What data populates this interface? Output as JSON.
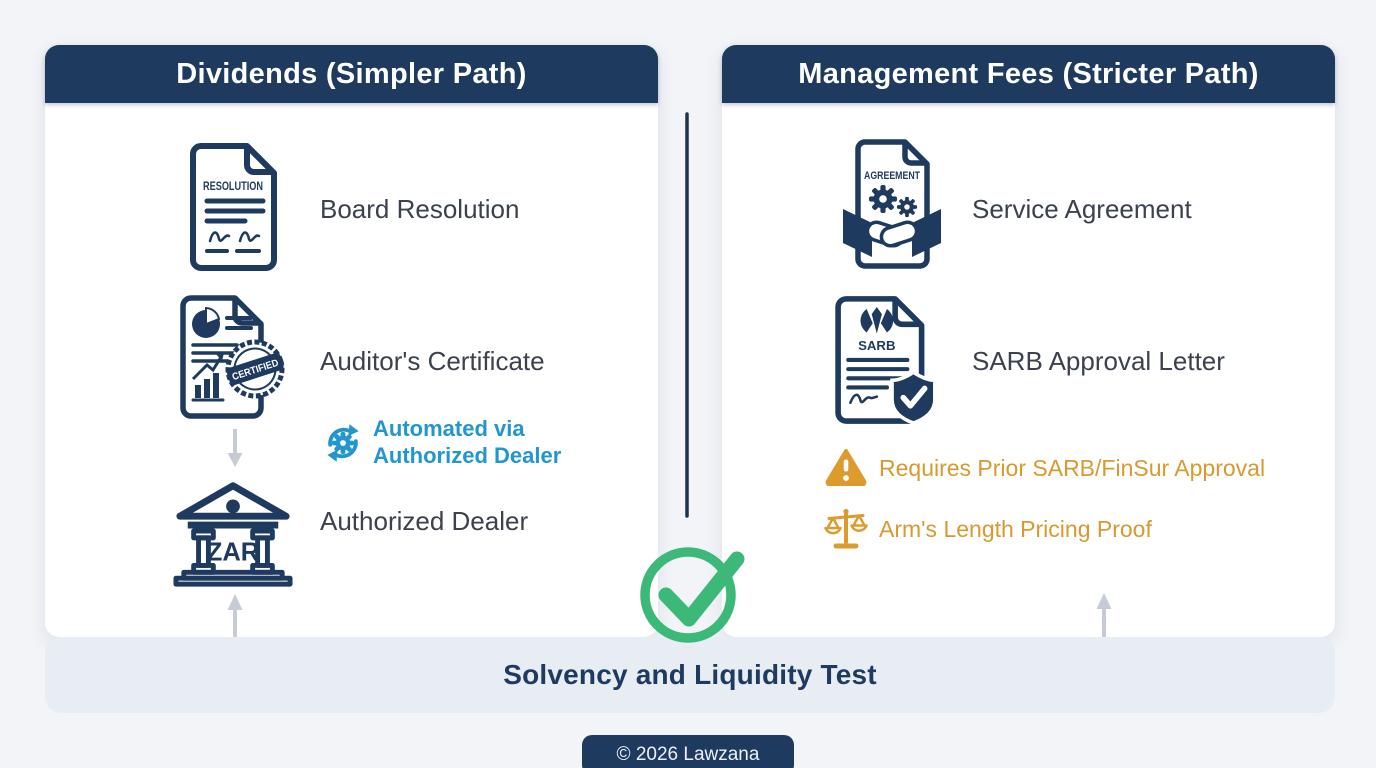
{
  "page": {
    "footer_label": "© 2026 Lawzana"
  },
  "left_panel": {
    "title": "Dividends (Simpler Path)",
    "doc_label": "RESOLUTION",
    "stamp_label": "CERTIFIED",
    "bank_label": "ZAR",
    "items": [
      {
        "icon": "resolution-document-icon",
        "label": "Board Resolution"
      },
      {
        "icon": "certified-report-icon",
        "label": "Auditor's Certificate"
      },
      {
        "icon": "bank-building-icon",
        "label": "Authorized Dealer"
      }
    ],
    "note_line1": "Automated via",
    "note_line2": "Authorized Dealer"
  },
  "right_panel": {
    "title": "Management Fees (Stricter Path)",
    "doc_label": "AGREEMENT",
    "sarb_label": "SARB",
    "items": [
      {
        "icon": "service-agreement-icon",
        "label": "Service Agreement"
      },
      {
        "icon": "sarb-approval-letter-icon",
        "label": "SARB Approval Letter"
      }
    ],
    "warnings": [
      {
        "icon": "warning-triangle-icon",
        "label": "Requires Prior SARB/FinSur Approval"
      },
      {
        "icon": "scales-icon",
        "label": "Arm's Length Pricing Proof"
      }
    ]
  },
  "bottom": {
    "test_label": "Solvency and Liquidity Test"
  },
  "colors": {
    "navy": "#1e3a5f",
    "blue": "#2196cf",
    "orange": "#dd9b2e",
    "orange_text": "#d8992e",
    "green": "#3cb878",
    "gray_arrow": "#c6cbd6",
    "band": "#e8edf4",
    "panel": "#ffffff",
    "page_bg": "#f2f4f7"
  }
}
